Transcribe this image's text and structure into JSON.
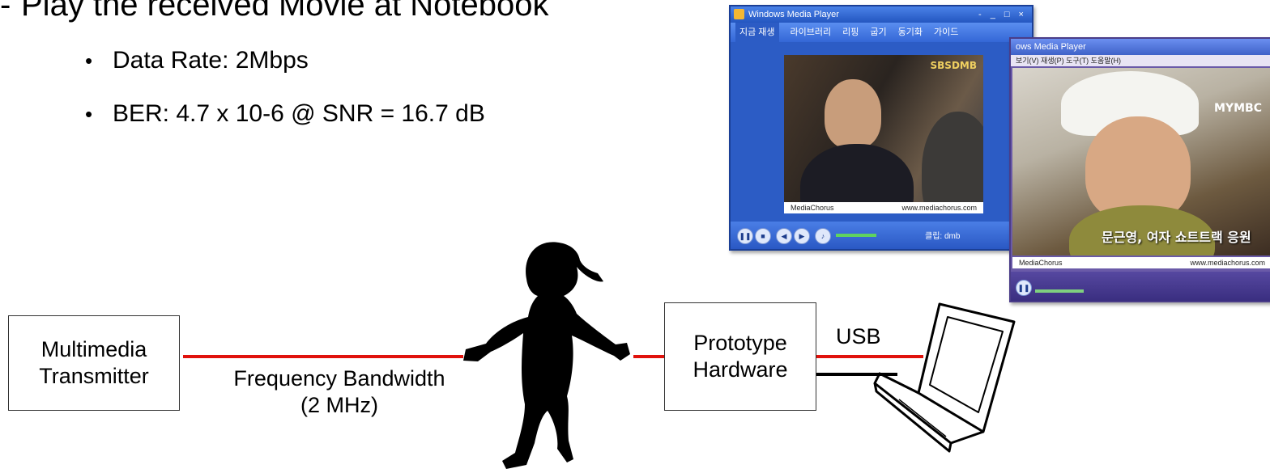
{
  "heading": "Play the received Movie at Notebook",
  "bullets": [
    "Data Rate: 2Mbps",
    "BER: 4.7 x 10-6 @ SNR = 16.7 dB"
  ],
  "diagram": {
    "transmitter": [
      "Multimedia",
      "Transmitter"
    ],
    "bandwidth_label": [
      "Frequency Bandwidth",
      "(2 MHz)"
    ],
    "hardware": [
      "Prototype",
      "Hardware"
    ],
    "usb_label": "USB"
  },
  "colors": {
    "link_line": "#e0120c",
    "cable": "#000000"
  },
  "player1": {
    "title": "Windows Media Player",
    "window_controls": "- _ □ ×",
    "tabs": [
      "지금 재생",
      "라이브러리",
      "리핑",
      "굽기",
      "동기화",
      "가이드"
    ],
    "channel_logo": "SBSDMB",
    "caption_left": "MediaChorus",
    "caption_right": "www.mediachorus.com",
    "status": "클립: dmb"
  },
  "player2": {
    "title": "ows Media Player",
    "menu": "보기(V)  재생(P)  도구(T)  도움말(H)",
    "channel_logo": "MYMBC",
    "subtitle": "문근영, 여자 쇼트트랙 응원",
    "caption_left": "MediaChorus",
    "caption_right": "www.mediachorus.com"
  },
  "icons": [
    "person-silhouette-icon",
    "laptop-icon"
  ]
}
